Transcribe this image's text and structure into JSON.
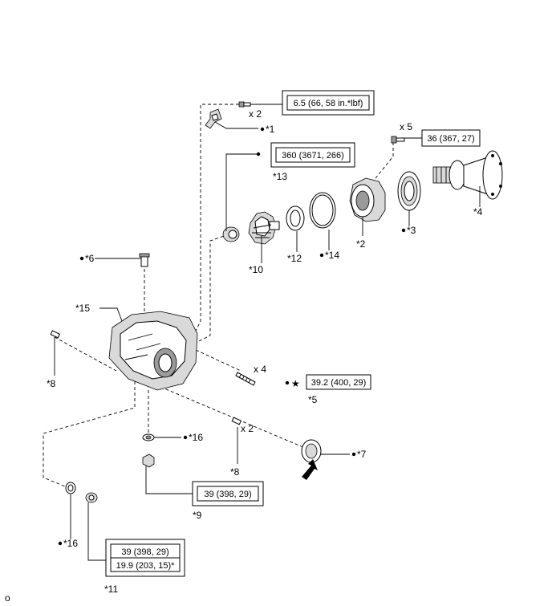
{
  "diagram": {
    "labels": {
      "p1": "*1",
      "p2": "*2",
      "p3": "*3",
      "p4": "*4",
      "p5": "*5",
      "p6": "*6",
      "p7": "*7",
      "p8a": "*8",
      "p8b": "*8",
      "p9": "*9",
      "p10": "*10",
      "p11": "*11",
      "p12": "*12",
      "p13": "*13",
      "p14": "*14",
      "p15": "*15",
      "p16a": "*16",
      "p16b": "*16"
    },
    "quantities": {
      "q1": "x 2",
      "q2": "x 5",
      "q3": "x 4",
      "q4": "x 2"
    },
    "torque": {
      "t1": "6.5 (66, 58 in.*lbf)",
      "t2": "36 (367, 27)",
      "t3": "360 (3671, 266)",
      "t4": "39.2 (400, 29)",
      "t5": "39 (398, 29)",
      "t6_line1": "39 (398, 29)",
      "t6_line2": "19.9 (203, 15)*"
    },
    "corner_mark": "o",
    "star_symbol": "★"
  }
}
